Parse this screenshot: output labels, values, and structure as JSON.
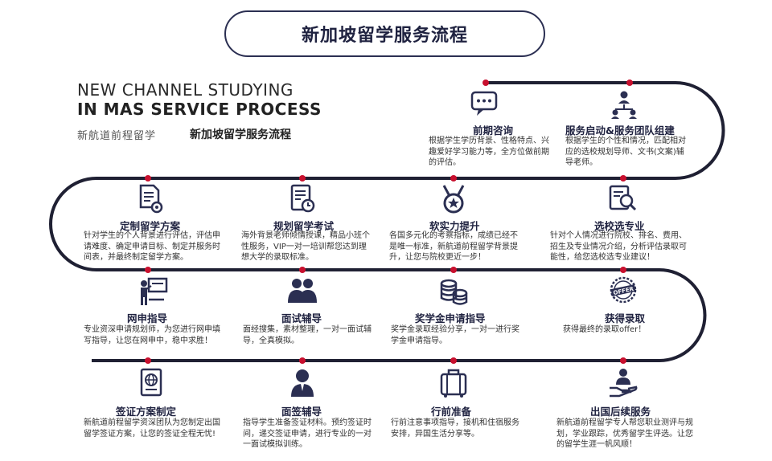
{
  "title": "新加坡留学服务流程",
  "brand": {
    "en_line1": "NEW CHANNEL STUDYING",
    "en_line2": "IN MAS SERVICE PROCESS",
    "cn_line1": "新航道前程留学",
    "cn_line2": "新加坡留学服务流程"
  },
  "colors": {
    "track": "#1f2033",
    "dot": "#c8102e",
    "icon": "#2b2f52",
    "title": "#1f2240"
  },
  "steps": [
    {
      "title": "前期咨询",
      "icon": "chat-bubble-icon",
      "desc": "根据学生学历背景、性格特点、兴趣爱好学习能力等，全方位做前期的评估。"
    },
    {
      "title": "服务启动&服务团队组建",
      "icon": "team-network-icon",
      "desc": "根据学生的个性和情况，匹配相对应的选校规划导师、文书(文案)辅导老师。"
    },
    {
      "title": "定制留学方案",
      "icon": "document-gear-icon",
      "desc": "针对学生的个人背景进行评估，评估申请难度、确定申请目标、制定并服务时间表，并最终制定留学方案。"
    },
    {
      "title": "规划留学考试",
      "icon": "exam-clock-icon",
      "desc": "海外背景老师倾情授课，精品小班个性服务，VIP一对一培训帮您达到理想大学的录取标准。"
    },
    {
      "title": "软实力提升",
      "icon": "medal-icon",
      "desc": "各国多元化的考察指标，成绩已经不是唯一标准，新航道前程留学背景提升，让您与院校更近一步！"
    },
    {
      "title": "选校选专业",
      "icon": "search-list-icon",
      "desc": "针对个人情况进行院校、排名、费用、招生及专业情况介绍，分析评估录取可能性，给您选校选专业建议！"
    },
    {
      "title": "网申指导",
      "icon": "presenter-board-icon",
      "desc": "专业资深申请规划师，为您进行网申填写指导，让您在网申中，稳中求胜！"
    },
    {
      "title": "面试辅导",
      "icon": "people-group-icon",
      "desc": "面经搜集，素材整理，一对一面试辅导，全真模拟。"
    },
    {
      "title": "奖学金申请指导",
      "icon": "coins-stack-icon",
      "desc": "奖学金录取经验分享，一对一进行奖学金申请指导。"
    },
    {
      "title": "获得录取",
      "icon": "offer-stamp-icon",
      "desc": "获得最终的录取offer！"
    },
    {
      "title": "签证方案制定",
      "icon": "passport-icon",
      "desc": "新航道前程留学资深团队为您制定出国留学签证方案，让您的签证全程无忧!"
    },
    {
      "title": "面签辅导",
      "icon": "interviewer-icon",
      "desc": "指导学生准备签证材料。预约签证时间，递交签证申请，进行专业的一对一面试模拟训练。"
    },
    {
      "title": "行前准备",
      "icon": "suitcase-icon",
      "desc": "行前注意事项指导，接机和住宿服务安排，异国生活分享等。"
    },
    {
      "title": "出国后续服务",
      "icon": "hand-person-icon",
      "desc": "新航道前程留学专人帮您职业测评与规划，学业跟踪，优秀留学生评选。让您的留学生涯一帆风顺！"
    }
  ]
}
